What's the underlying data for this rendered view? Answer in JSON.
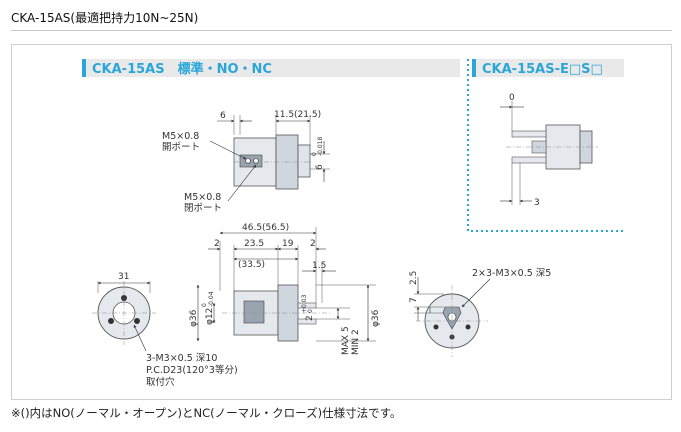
{
  "page": {
    "title": "CKA-15AS(最適把持力10N~25N)",
    "footnote": "※()内はNO(ノーマル・オープン)とNC(ノーマル・クローズ)仕様寸法です。"
  },
  "panels": {
    "standard": "CKA-15AS　標準・NO・NC",
    "variant": "CKA-15AS-E□S□"
  },
  "colors": {
    "accent": "#2aa7d8",
    "bar_bg": "#e9e9e9",
    "body_fill": "#dde3ea",
    "body_dark": "#9aa4ae"
  },
  "top_view": {
    "dim_6": "6",
    "dim_11_5": "11.5(21.5)",
    "dim_6_tol": "6",
    "tol_1": "0",
    "tol_2": "-0.018",
    "port1_line1": "M5×0.8",
    "port1_line2": "開ポート",
    "port2_line1": "M5×0.8",
    "port2_line2": "閉ポート"
  },
  "front_view": {
    "dim_31": "31",
    "dim_46_5": "46.5(56.5)",
    "dim_2a": "2",
    "dim_23_5": "23.5",
    "dim_19": "19",
    "dim_2b": "2",
    "dim_33_5": "(33.5)",
    "dim_1_5": "1.5",
    "dim_phi36a": "φ36",
    "dim_phi12": "φ12",
    "dim_phi12_tol_1": "0",
    "dim_phi12_tol_2": "-0.04",
    "dim_2_tol": "2",
    "dim_2_tol_1": "+0.03",
    "dim_2_tol_2": "0",
    "dim_max5": "MAX 5",
    "dim_min2": "MIN 2",
    "dim_phi36b": "φ36",
    "hole_label": "3-M3×0.5 深10",
    "pcd_label": "P.C.D23(120°3等分)",
    "mount_label": "取付穴"
  },
  "side_view": {
    "dim_2_5": "2.5",
    "dim_7": "7",
    "hole_label": "2×3-M3×0.5 深5"
  },
  "variant_view": {
    "dim_0": "0",
    "dim_3": "3"
  }
}
